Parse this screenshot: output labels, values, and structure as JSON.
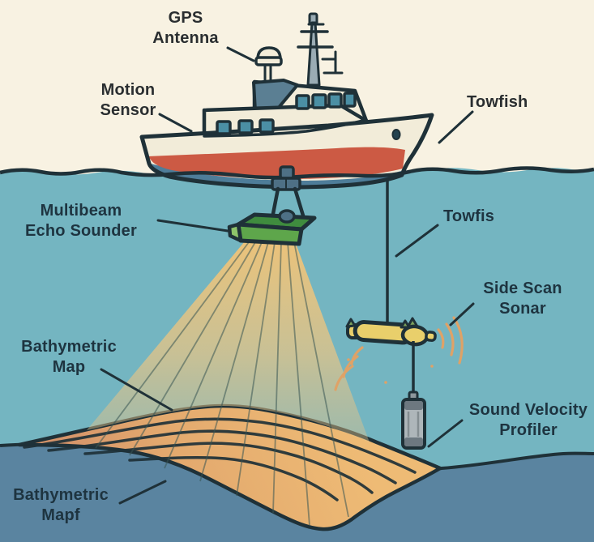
{
  "figure": {
    "labels": {
      "gps_antenna": {
        "line1": "GPS",
        "line2": "Antenna"
      },
      "motion_sensor": {
        "line1": "Motion",
        "line2": "Sensor"
      },
      "towfish": {
        "line1": "Towfish"
      },
      "multibeam_echo_sounder": {
        "line1": "Multibeam",
        "line2": "Echo Sounder"
      },
      "towfis": {
        "line1": "Towfis"
      },
      "side_scan_sonar": {
        "line1": "Side Scan",
        "line2": "Sonar"
      },
      "sound_velocity_profiler": {
        "line1": "Sound Velocity",
        "line2": "Profiler"
      },
      "bathymetric_map": {
        "line1": "Bathymetric",
        "line2": "Map"
      },
      "bathymetric_mapf": {
        "line1": "Bathymetric",
        "line2": "Mapf"
      }
    },
    "colors": {
      "sky": "#f8f2e2",
      "water": "#74b5c1",
      "deep_water": "#5a84a0",
      "seafloor_tan": "#e9b56f",
      "seafloor_shade": "#d5946a",
      "beam_yellow": "#f0c377",
      "outline": "#1f3138",
      "label_dark": "#2a2e30",
      "label_navy": "#1e3440",
      "hull_cream": "#f2ecd9",
      "hull_red": "#cc5a44",
      "hull_blue": "#4e7d99",
      "window_teal": "#4b8fa4",
      "visor_slate": "#5b7f93",
      "mast_gray": "#9aacb4",
      "sounder_green_top": "#3f8c3e",
      "sounder_green_front": "#5ea64b",
      "sounder_green_light": "#8ec46a",
      "mount_slate": "#4e7085",
      "towfish_yellow": "#e9cf6b",
      "fin_olive": "#7ca05c",
      "arc_orange": "#dfa267",
      "profiler_gray": "#aeb6ba",
      "profiler_band": "#6d7880"
    }
  }
}
